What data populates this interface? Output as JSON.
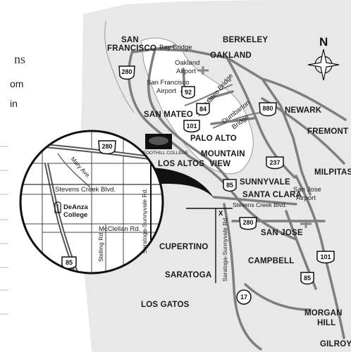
{
  "edge_text": {
    "heading_fragment": "ns",
    "line1_fragment": "om",
    "line2_fragment": "in"
  },
  "compass": {
    "north_label": "N"
  },
  "places": {
    "san_francisco_1": "SAN",
    "san_francisco_2": "FRANCISCO",
    "berkeley": "BERKELEY",
    "oakland": "OAKLAND",
    "bay_bridge": "Bay Bridge",
    "oakland_airport_1": "Oakland",
    "oakland_airport_2": "Airport",
    "sf_airport_1": "San Francisco",
    "sf_airport_2": "Airport",
    "san_mateo_bridge": "San Mateo Bridge",
    "dumbarton_bridge_1": "Dumbarton",
    "dumbarton_bridge_2": "Bridge",
    "newark": "NEWARK",
    "fremont": "FREMONT",
    "san_mateo": "SAN MATEO",
    "palo_alto": "PALO ALTO",
    "foothill_college": "FOOTHILL COLLEGE",
    "los_altos": "LOS ALTOS",
    "mountain_view_1": "MOUNTAIN",
    "mountain_view_2": "VIEW",
    "milpitas": "MILPITAS",
    "sunnyvale": "SUNNYVALE",
    "santa_clara": "SANTA CLARA",
    "sj_airport_1": "San Jose",
    "sj_airport_2": "Airport",
    "stevens_creek_main": "Stevens Creek Blvd.",
    "san_jose": "SAN JOSE",
    "cupertino": "CUPERTINO",
    "campbell": "CAMPBELL",
    "saratoga_sunnyvale_main": "Saratoga-Sunnyvale Rd.",
    "saratoga": "SARATOGA",
    "los_gatos": "LOS GATOS",
    "morgan_hill_1": "MORGAN",
    "morgan_hill_2": "HILL",
    "gilroy": "GILROY",
    "x_marker": "x"
  },
  "shields": {
    "i280_sf": "280",
    "r92": "92",
    "r84": "84",
    "i880": "880",
    "r101_palo_alto": "101",
    "r237": "237",
    "r85_main": "85",
    "i280_sj": "280",
    "r101_south": "101",
    "r85_south": "85",
    "r17": "17"
  },
  "inset": {
    "i280": "280",
    "mary_ave": "Mary Ave.",
    "stevens_creek": "Stevens Creek Blvd.",
    "saratoga_sunnyvale": "Saratoga-Sunnyvale Rd.",
    "de_anza_1": "DeAnza",
    "de_anza_2": "College",
    "mcclellan": "McClellan Rd.",
    "stelling": "Stelling Rd.",
    "r85": "85"
  }
}
